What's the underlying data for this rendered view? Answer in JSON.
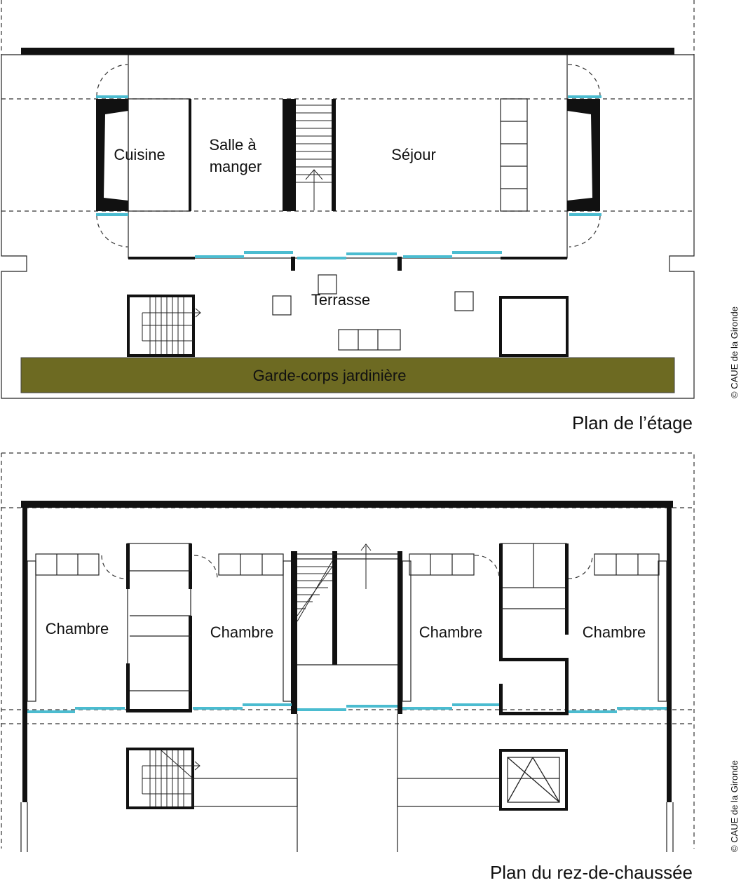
{
  "colors": {
    "wall": "#111111",
    "glazing": "#4bbcd0",
    "planter": "#6d6a22",
    "line": "#222222"
  },
  "upper_floor": {
    "caption": "Plan de l’étage",
    "rooms": {
      "kitchen": "Cuisine",
      "dining_line1": "Salle à",
      "dining_line2": "manger",
      "living": "Séjour",
      "terrace": "Terrasse",
      "planter": "Garde-corps jardinière"
    }
  },
  "ground_floor": {
    "caption": "Plan du rez-de-chaussée",
    "rooms": {
      "bedroom_1": "Chambre",
      "bedroom_2": "Chambre",
      "bedroom_3": "Chambre",
      "bedroom_4": "Chambre"
    }
  },
  "credits": {
    "upper": "© CAUE de la Gironde",
    "lower": "© CAUE de la Gironde"
  }
}
